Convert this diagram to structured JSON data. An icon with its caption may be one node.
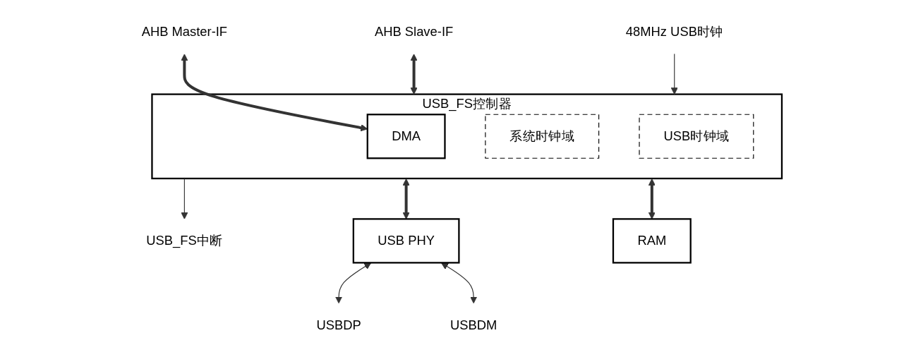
{
  "diagram": {
    "nodes": [
      {
        "text": [
          "USB_FS控制器"
        ]
      },
      {
        "text": [
          "DMA"
        ],
        "in": 0
      },
      {
        "text": [
          "系统时钟域"
        ],
        "in": 0
      },
      {
        "text": [
          "USB时钟域"
        ],
        "in": 0
      },
      {
        "text": [
          "AHB Master-IF"
        ]
      },
      {
        "text": [
          "AHB Slave-IF"
        ]
      },
      {
        "text": [
          "48MHz USB时钟"
        ]
      },
      {
        "text": [
          "USB_FS中断"
        ]
      },
      {
        "text": [
          "USB PHY"
        ]
      },
      {
        "text": [
          "USBDP"
        ]
      },
      {
        "text": [
          "USBDM"
        ]
      },
      {
        "text": [
          "RAM"
        ]
      }
    ],
    "edges": [
      {
        "from": 4,
        "to": 1,
        "arrow": "both",
        "style": "thick"
      },
      {
        "from": 5,
        "to": 0,
        "arrow": "both",
        "style": "thick"
      },
      {
        "from": 6,
        "to": 0,
        "arrow": "to"
      },
      {
        "from": 0,
        "to": 7,
        "arrow": "to"
      },
      {
        "from": 0,
        "to": 8,
        "arrow": "both",
        "style": "thick"
      },
      {
        "from": 8,
        "to": 9,
        "arrow": "both"
      },
      {
        "from": 8,
        "to": 10,
        "arrow": "both"
      },
      {
        "from": 0,
        "to": 11,
        "arrow": "both",
        "style": "thick"
      }
    ]
  }
}
